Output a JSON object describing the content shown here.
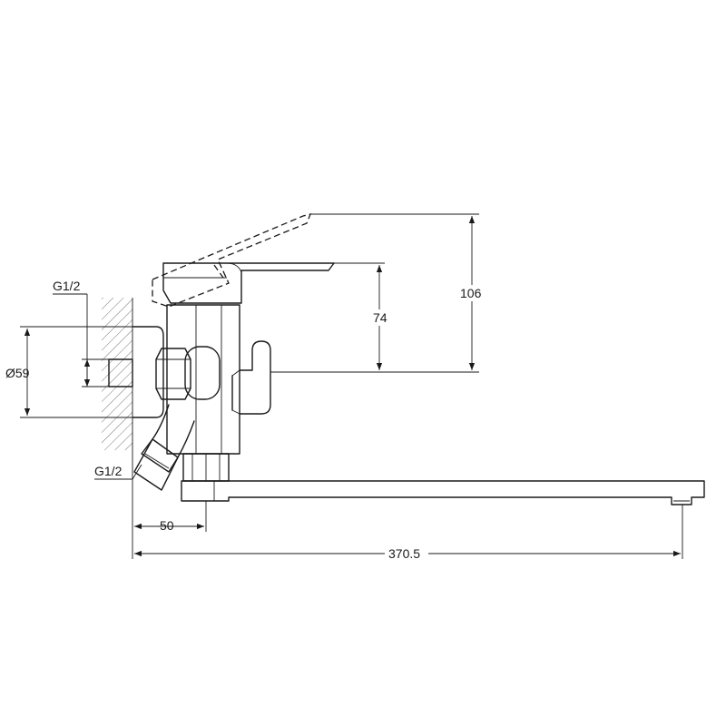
{
  "dimensions": {
    "thread_top": "G1/2",
    "diameter": "Ø59",
    "thread_bottom": "G1/2",
    "offset_50": "50",
    "total_length": "370.5",
    "handle_height": "74",
    "handle_raised_height": "106"
  },
  "colors": {
    "line": "#1a1a1a",
    "background": "#ffffff"
  }
}
